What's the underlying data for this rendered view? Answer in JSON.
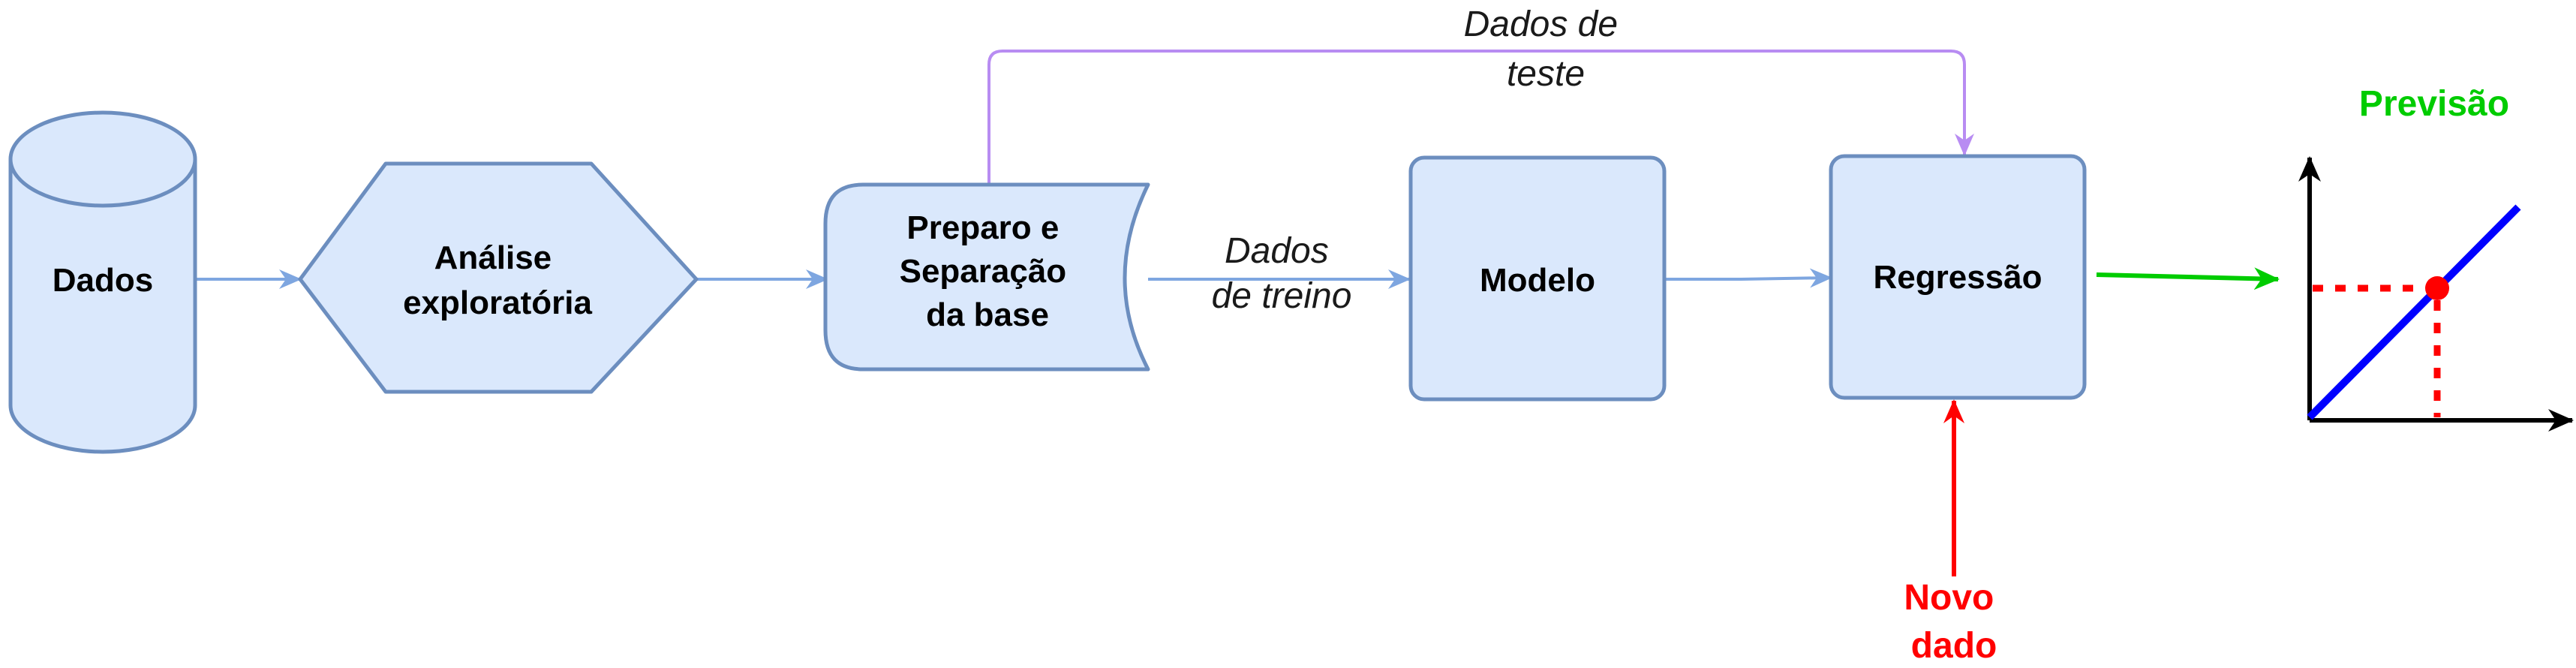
{
  "nodes": {
    "dados": [
      "Dados"
    ],
    "analise": [
      "Análise",
      "exploratória"
    ],
    "preparo": [
      "Preparo e",
      "Separação",
      "da base"
    ],
    "modelo": [
      "Modelo"
    ],
    "regressao": [
      "Regressão"
    ]
  },
  "edges": {
    "dados_de_treino": [
      "Dados",
      "de treino"
    ],
    "dados_de_teste": [
      "Dados de",
      "teste"
    ]
  },
  "novo_dado": [
    "Novo",
    "dado"
  ],
  "previsao": "Previsão",
  "colors": {
    "node_fill": "#dae8fc",
    "node_stroke": "#6c8ebf",
    "flow_arrow": "#7ea6e0",
    "test_arrow": "#b88cf2",
    "new_data": "#ff0000",
    "prediction": "#00cc00",
    "regression_line": "#0000ff",
    "axes": "#000000"
  }
}
